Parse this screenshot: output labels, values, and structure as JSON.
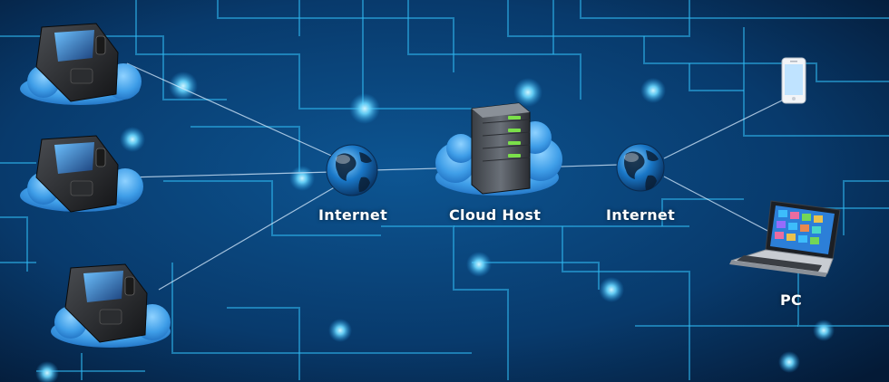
{
  "labels": {
    "internet_left": "Internet",
    "cloud_host": "Cloud Host",
    "internet_right": "Internet",
    "pc": "PC"
  },
  "colors": {
    "background_dark": "#041a36",
    "background_light": "#0d4d86",
    "circuit_line": "#2fb8f0",
    "glow_node": "#6ad8ff",
    "connection_line": "#d8ecff",
    "cloud": "#4aaaf0",
    "server_led": "#7be04a",
    "label_text": "#ffffff"
  },
  "nodes": [
    {
      "id": "device-1",
      "type": "face-recognition-terminal"
    },
    {
      "id": "device-2",
      "type": "face-recognition-terminal"
    },
    {
      "id": "device-3",
      "type": "face-recognition-terminal"
    },
    {
      "id": "globe-left",
      "type": "internet-globe"
    },
    {
      "id": "cloud-host",
      "type": "server"
    },
    {
      "id": "globe-right",
      "type": "internet-globe"
    },
    {
      "id": "smartphone",
      "type": "mobile-phone"
    },
    {
      "id": "pc",
      "type": "laptop"
    }
  ],
  "edges": [
    [
      "device-1",
      "globe-left"
    ],
    [
      "device-2",
      "globe-left"
    ],
    [
      "device-3",
      "globe-left"
    ],
    [
      "globe-left",
      "cloud-host"
    ],
    [
      "cloud-host",
      "globe-right"
    ],
    [
      "globe-right",
      "smartphone"
    ],
    [
      "globe-right",
      "pc"
    ]
  ]
}
